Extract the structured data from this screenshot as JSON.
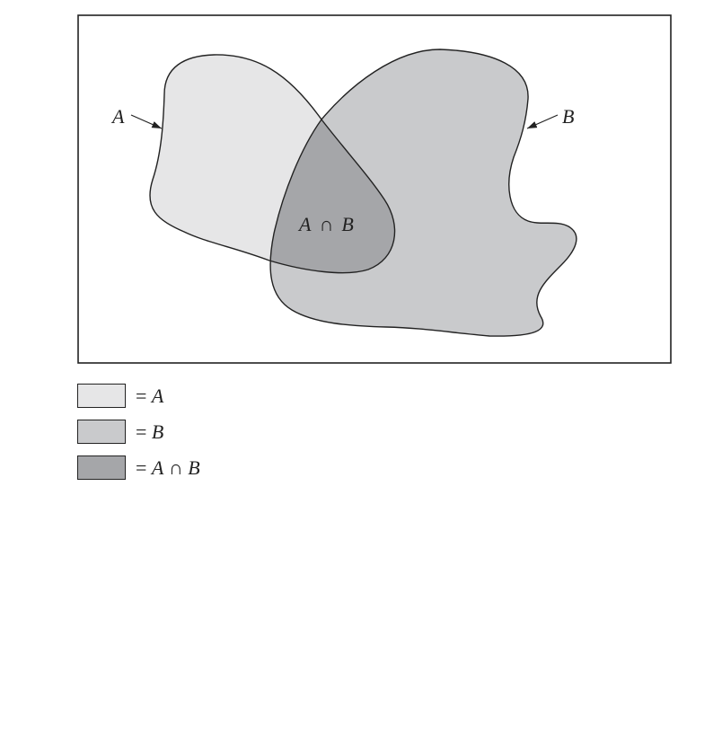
{
  "diagram": {
    "label_a": "A",
    "label_b": "B",
    "label_intersection": {
      "left": "A",
      "operator": "∩",
      "right": "B"
    }
  },
  "colors": {
    "set_a": "#e6e6e7",
    "set_b": "#c9cacc",
    "intersection": "#a5a6a9",
    "outline": "#222222"
  },
  "legend": [
    {
      "equals": "=",
      "text": "A",
      "operator": "",
      "text2": ""
    },
    {
      "equals": "=",
      "text": "B",
      "operator": "",
      "text2": ""
    },
    {
      "equals": "=",
      "text": "A",
      "operator": "∩",
      "text2": "B"
    }
  ]
}
